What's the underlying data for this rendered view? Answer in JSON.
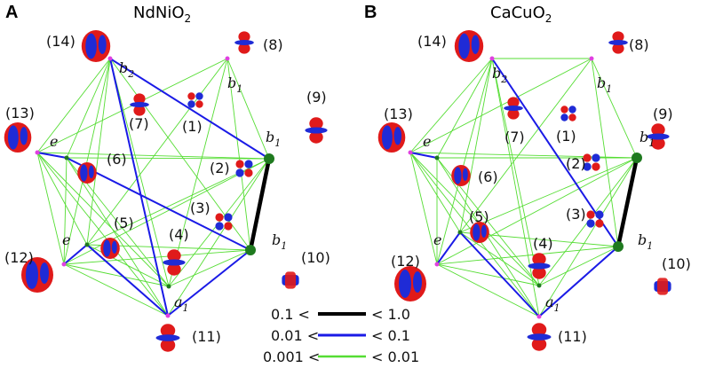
{
  "panels": [
    {
      "letter": "A",
      "title_main": "NdNiO",
      "title_sub": "2",
      "orbital_labels": [
        "(1)",
        "(2)",
        "(3)",
        "(4)",
        "(5)",
        "(6)",
        "(7)",
        "(8)",
        "(9)",
        "(10)",
        "(11)",
        "(12)",
        "(13)",
        "(14)"
      ],
      "irrep_labels": {
        "b2": {
          "base": "b",
          "sub": "2"
        },
        "b1_top": {
          "base": "b",
          "sub": "1"
        },
        "b1_mid": {
          "base": "b",
          "sub": "1"
        },
        "b1_low": {
          "base": "b",
          "sub": "1"
        },
        "e_top": {
          "base": "e",
          "sub": ""
        },
        "e_low": {
          "base": "e",
          "sub": ""
        },
        "a1": {
          "base": "a",
          "sub": "1"
        }
      }
    },
    {
      "letter": "B",
      "title_main": "CaCuO",
      "title_sub": "2",
      "orbital_labels": [
        "(1)",
        "(2)",
        "(3)",
        "(4)",
        "(5)",
        "(6)",
        "(7)",
        "(8)",
        "(9)",
        "(10)",
        "(11)",
        "(12)",
        "(13)",
        "(14)"
      ],
      "irrep_labels": {
        "b2": {
          "base": "b",
          "sub": "2"
        },
        "b1_top": {
          "base": "b",
          "sub": "1"
        },
        "b1_mid": {
          "base": "b",
          "sub": "1"
        },
        "b1_low": {
          "base": "b",
          "sub": "1"
        },
        "e_top": {
          "base": "e",
          "sub": ""
        },
        "e_low": {
          "base": "e",
          "sub": ""
        },
        "a1": {
          "base": "a",
          "sub": "1"
        }
      }
    }
  ],
  "legend": [
    {
      "lower": "0.1 <",
      "upper": "< 1.0",
      "color": "#000000"
    },
    {
      "lower": "0.01 <",
      "upper": "< 0.1",
      "color": "#1a1ae6"
    },
    {
      "lower": "0.001 <",
      "upper": "< 0.01",
      "color": "#55dd33"
    }
  ],
  "colors": {
    "orbital_positive": "#e01a1a",
    "orbital_negative": "#1f2bd6",
    "strong_bond": "#000000",
    "medium_bond": "#1a1ae6",
    "weak_bond": "#55dd33",
    "node_green": "#1f7a1f",
    "node_magenta": "#e040e0"
  }
}
